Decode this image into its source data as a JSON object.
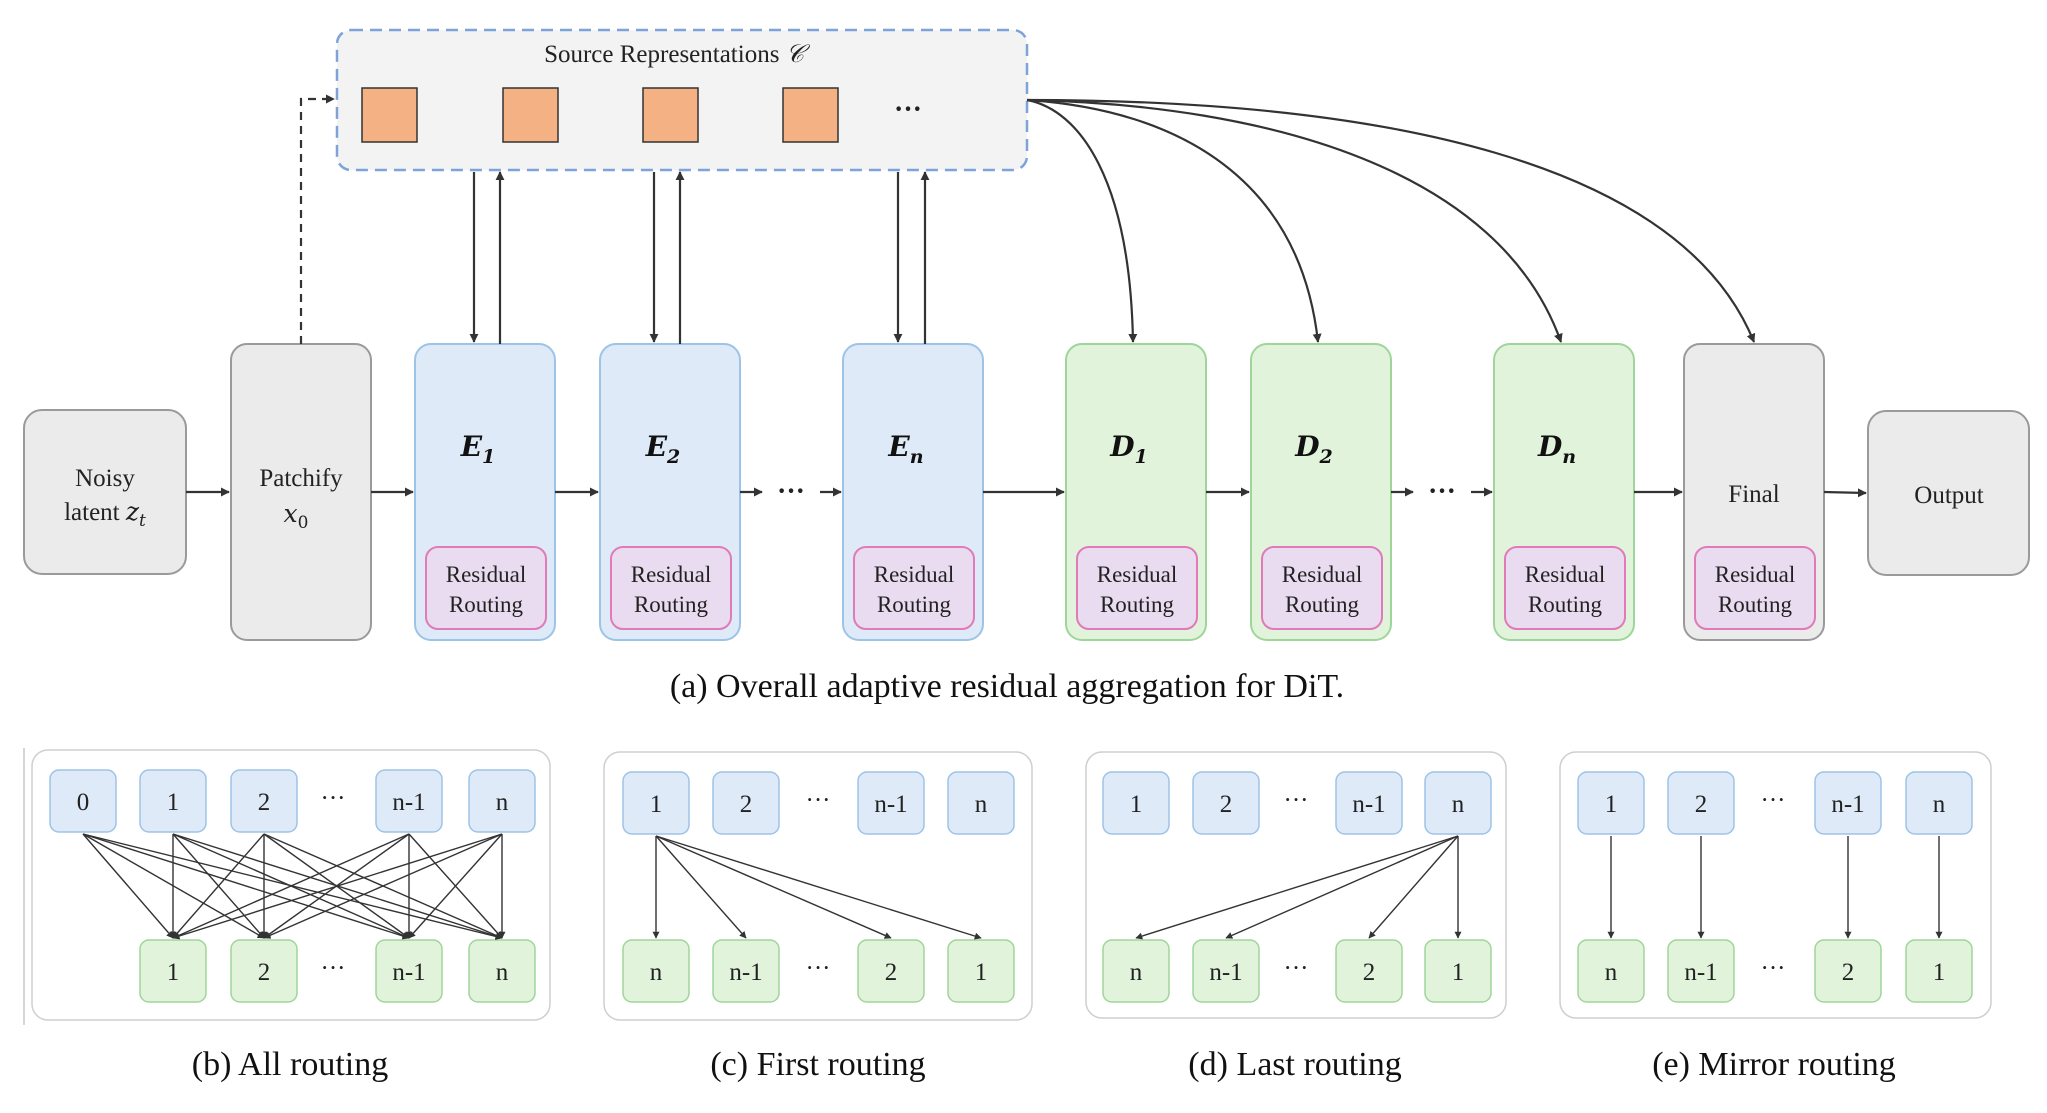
{
  "top": {
    "source_label": "Source Representations",
    "source_symbol": "𝒞",
    "source_ellipsis": "···",
    "noisy_line1": "Noisy",
    "noisy_line2": "latent",
    "noisy_var": "z",
    "noisy_sub": "t",
    "patchify_line1": "Patchify",
    "patchify_var": "x",
    "patchify_sub": "0",
    "encoders": [
      {
        "letter": "E",
        "sub": "1"
      },
      {
        "letter": "E",
        "sub": "2"
      },
      {
        "letter": "E",
        "sub": "n"
      }
    ],
    "decoders": [
      {
        "letter": "D",
        "sub": "1"
      },
      {
        "letter": "D",
        "sub": "2"
      },
      {
        "letter": "D",
        "sub": "n"
      }
    ],
    "routing_line1": "Residual",
    "routing_line2": "Routing",
    "final_label": "Final",
    "output_label": "Output",
    "ellipsis": "···",
    "caption": "(a) Overall adaptive residual aggregation for DiT."
  },
  "panels": [
    {
      "caption": "(b) All routing",
      "top_nodes": [
        "0",
        "1",
        "2",
        "···",
        "n-1",
        "n"
      ],
      "bottom_nodes": [
        "1",
        "2",
        "···",
        "n-1",
        "n"
      ]
    },
    {
      "caption": "(c) First routing",
      "top_nodes": [
        "1",
        "2",
        "···",
        "n-1",
        "n"
      ],
      "bottom_nodes": [
        "n",
        "n-1",
        "···",
        "2",
        "1"
      ]
    },
    {
      "caption": "(d) Last routing",
      "top_nodes": [
        "1",
        "2",
        "···",
        "n-1",
        "n"
      ],
      "bottom_nodes": [
        "n",
        "n-1",
        "···",
        "2",
        "1"
      ]
    },
    {
      "caption": "(e) Mirror routing",
      "top_nodes": [
        "1",
        "2",
        "···",
        "n-1",
        "n"
      ],
      "bottom_nodes": [
        "n",
        "n-1",
        "···",
        "2",
        "1"
      ]
    }
  ],
  "colors": {
    "encoder_fill": "#dfeaf8",
    "encoder_stroke": "#9dc3e6",
    "decoder_fill": "#e2f3dc",
    "decoder_stroke": "#9fd59a",
    "gray_fill": "#ebebeb",
    "gray_stroke": "#9a9a9a",
    "routing_fill": "#eadcf0",
    "routing_stroke": "#e07ab8",
    "source_fill": "#f3f3f3",
    "source_stroke": "#7ea3d8",
    "token_fill": "#f4b183",
    "arrow": "#333333"
  }
}
